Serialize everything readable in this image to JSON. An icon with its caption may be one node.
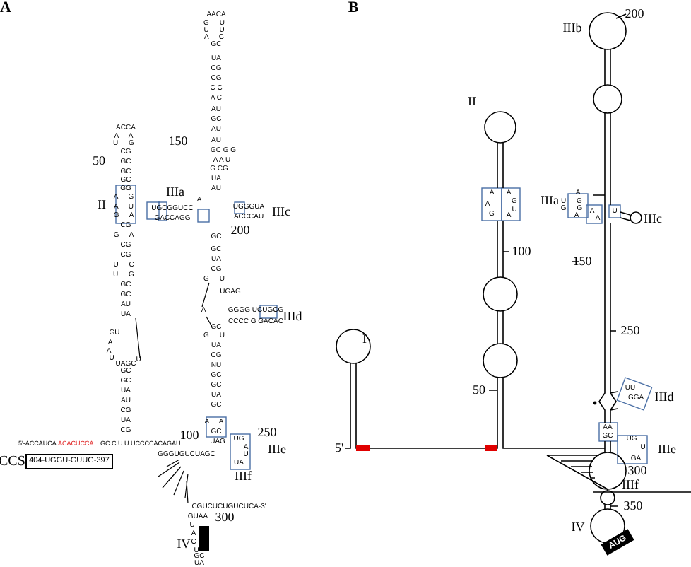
{
  "diagram": {
    "nodes": [
      {
        "text": [
          "404-UGGU-GUUG-397"
        ],
        "beside": [
          "CCS"
        ]
      },
      {
        "text": [
          "AUG"
        ]
      }
    ],
    "labels": [
      "A",
      "B",
      "AACA",
      "G U",
      "U U",
      "A C",
      "GC",
      "UA",
      "CG",
      "CG",
      "C C",
      "A C",
      "AU",
      "GC",
      "AU",
      "AU",
      "GC G G",
      "A A U",
      "G CG",
      "UA",
      "AU",
      "150",
      "IIIa",
      "A",
      "UGCGGUCC",
      "GACCAGG",
      "UGGGUA",
      "ACCCAU",
      "IIIc",
      "200",
      "GC",
      "GC",
      "UA",
      "CG",
      "G U",
      "UGAG",
      "GGGG UCUGCG",
      "CCCC G GACAC",
      "IIId",
      "A",
      "GC",
      "G U",
      "UA",
      "CG",
      "NU",
      "GC",
      "GC",
      "UA",
      "GC",
      "A A",
      "GC",
      "UAG",
      "ACCA",
      "A A",
      "U G",
      "CG",
      "GC",
      "GC",
      "GC",
      "50",
      "II",
      "GG",
      "A G",
      "A U",
      "G A",
      "CG",
      "G A",
      "CG",
      "CG",
      "U C",
      "U G",
      "GC",
      "GC",
      "AU",
      "UA",
      "GU",
      "A",
      "A",
      "U",
      "UAGC",
      "U",
      "GC",
      "GC",
      "UA",
      "AU",
      "CG",
      "UA",
      "CG",
      "100",
      "250",
      "IIIe",
      "IIIf",
      "5'-ACCAUCA",
      "ACACUCCA",
      "GC C U U UCCCCACAGAU",
      "GGGUGUCUAGC",
      "UG",
      "A",
      "U",
      "UA",
      "CGUCUCUGUCUCA-3'",
      "300",
      "IV",
      "GUAA",
      "U",
      "A",
      "C",
      "U",
      "GC",
      "UA",
      "IIIb",
      "200",
      "II",
      "IIIa",
      "IIIc",
      "100",
      "150",
      "250",
      "I",
      "50",
      "IIId",
      "5'",
      "IIIe",
      "300",
      "IIIf",
      "350",
      "IV",
      "A",
      "A",
      "G",
      "A",
      "G",
      "U",
      "A",
      "A",
      "U G",
      "G G",
      "A",
      "A",
      "A",
      "U",
      "UU",
      "GGA",
      "AA",
      "GC",
      "UG",
      "U",
      "GA"
    ]
  }
}
